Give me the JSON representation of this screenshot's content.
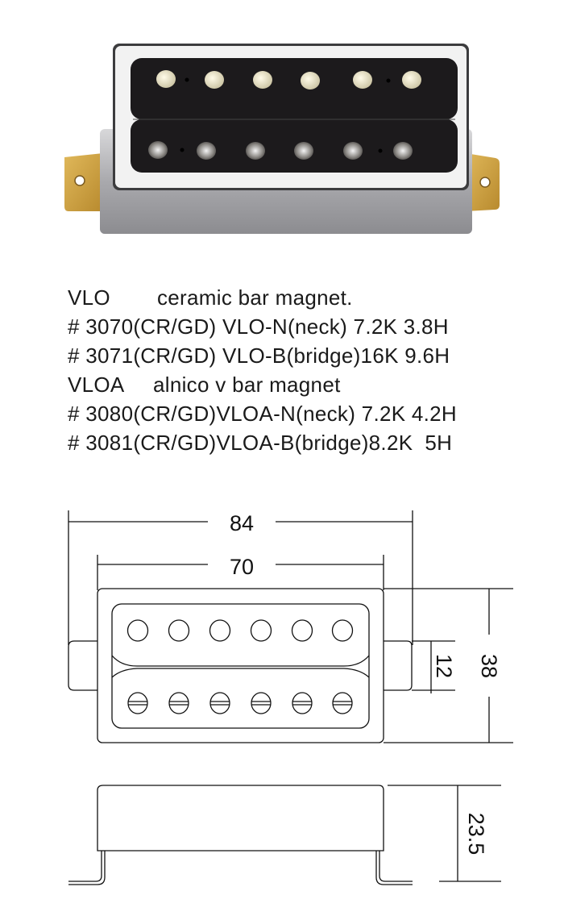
{
  "specs": [
    {
      "model": "VLO",
      "desc": "ceramic bar magnet."
    },
    {
      "text": "# 3070(CR/GD) VLO-N(neck) 7.2K 3.8H"
    },
    {
      "text": "# 3071(CR/GD) VLO-B(bridge)16K 9.6H"
    },
    {
      "model": "VLOA",
      "desc": "alnico v bar magnet"
    },
    {
      "text": "# 3080(CR/GD)VLOA-N(neck) 7.2K 4.2H"
    },
    {
      "text": "# 3081(CR/GD)VLOA-B(bridge)8.2K  5H"
    }
  ],
  "dimensions": {
    "overall_length": "84",
    "cover_length": "70",
    "tab_width": "12",
    "cover_width": "38",
    "height": "23.5"
  },
  "colors": {
    "chrome": "#c8c8c8",
    "bobbin": "#1c1a1c",
    "brass": "#c9a24a"
  }
}
